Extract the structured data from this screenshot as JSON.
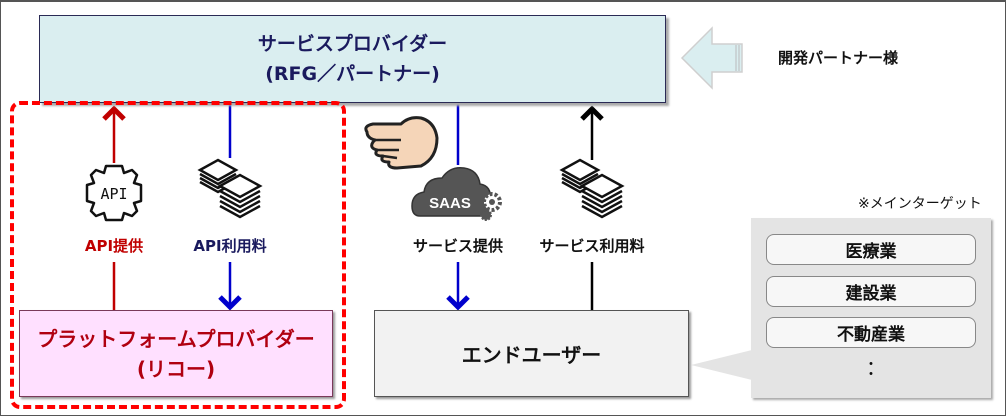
{
  "service_provider": {
    "title": "サービスプロバイダー",
    "subtitle": "(RFG／パートナー)"
  },
  "dev_partner": {
    "label": "開発パートナー様",
    "icon": "left-arrow-icon"
  },
  "platform_provider": {
    "title": "プラットフォームプロバイダー",
    "subtitle": "(リコー)"
  },
  "end_user": {
    "title": "エンドユーザー"
  },
  "flows": [
    {
      "label": "API提供",
      "icon": "api-gear-icon",
      "direction": "up",
      "color": "#c00000"
    },
    {
      "label": "API利用料",
      "icon": "money-stack-icon",
      "direction": "down",
      "color": "#0000cc"
    },
    {
      "label": "サービス提供",
      "icon": "saas-cloud-icon",
      "direction": "down",
      "color": "#0000cc"
    },
    {
      "label": "サービス利用料",
      "icon": "money-stack-icon",
      "direction": "up",
      "color": "#000000"
    }
  ],
  "pointer": {
    "icon": "pointing-hand-icon"
  },
  "targets": {
    "heading": "※メインターゲット",
    "items": [
      "医療業",
      "建設業",
      "不動産業"
    ],
    "more": "・\n・"
  },
  "saas_text": "SAAS",
  "api_text": "API",
  "colors": {
    "service_provider_bg": "#daeef0",
    "platform_bg": "#ffe0ff",
    "dashed_border": "#ff0000",
    "api_red": "#c00000",
    "blue": "#0000cc"
  }
}
